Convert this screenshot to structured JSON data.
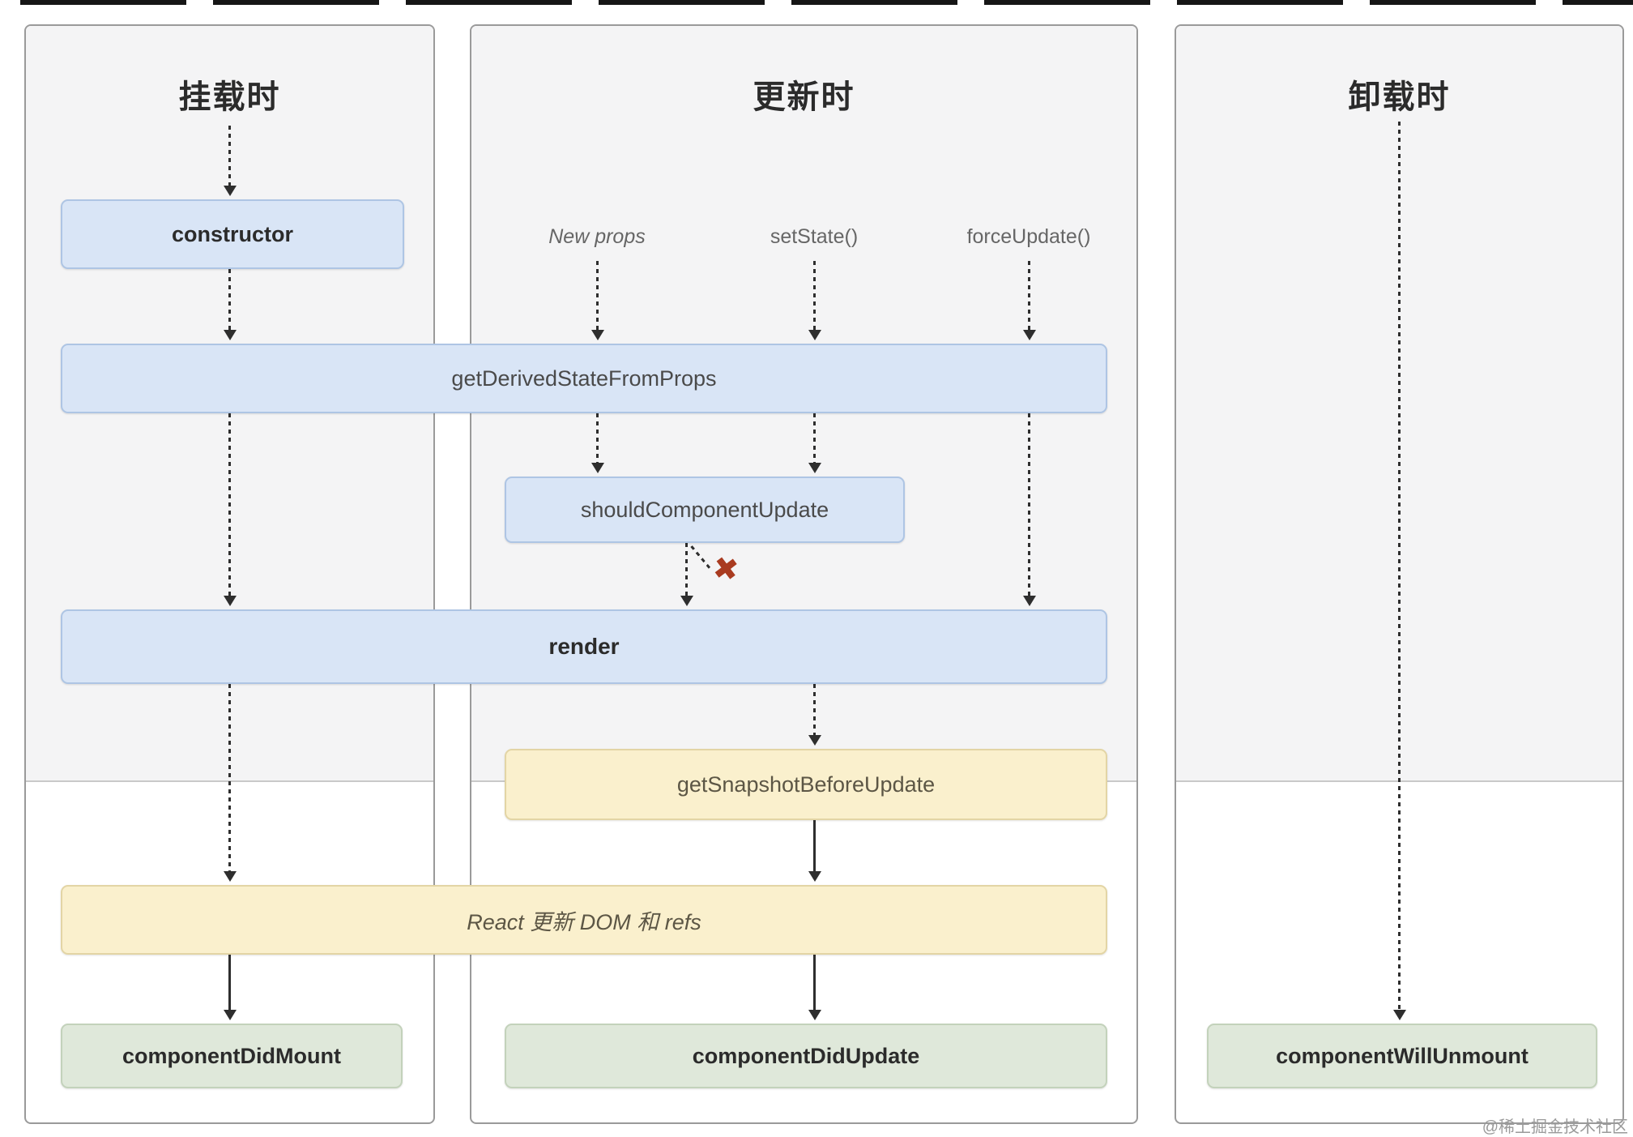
{
  "columns": {
    "mounting": {
      "title": "挂载时"
    },
    "updating": {
      "title": "更新时"
    },
    "unmounting": {
      "title": "卸载时"
    }
  },
  "triggers": {
    "new_props": "New props",
    "set_state": "setState()",
    "force_update": "forceUpdate()"
  },
  "boxes": {
    "constructor": "constructor",
    "get_derived": "getDerivedStateFromProps",
    "should_update": "shouldComponentUpdate",
    "render": "render",
    "get_snapshot": "getSnapshotBeforeUpdate",
    "react_updates": "React 更新 DOM 和 refs",
    "did_mount": "componentDidMount",
    "did_update": "componentDidUpdate",
    "will_unmount": "componentWillUnmount"
  },
  "cancel_mark": "✖",
  "watermark": "@稀土掘金技术社区",
  "colors": {
    "blue-fill": "#d9e5f6",
    "blue-border": "#aec5e4",
    "yellow-fill": "#faf0cd",
    "yellow-border": "#e3d5a5",
    "green-fill": "#dfe8da",
    "green-border": "#c3d2bb",
    "panel-top-bg": "#f4f4f5",
    "panel-border": "#9a9a9a",
    "arrow-color": "#2e2e2e",
    "x-color": "#a93b20",
    "watermark-color": "#9a9a9a"
  }
}
